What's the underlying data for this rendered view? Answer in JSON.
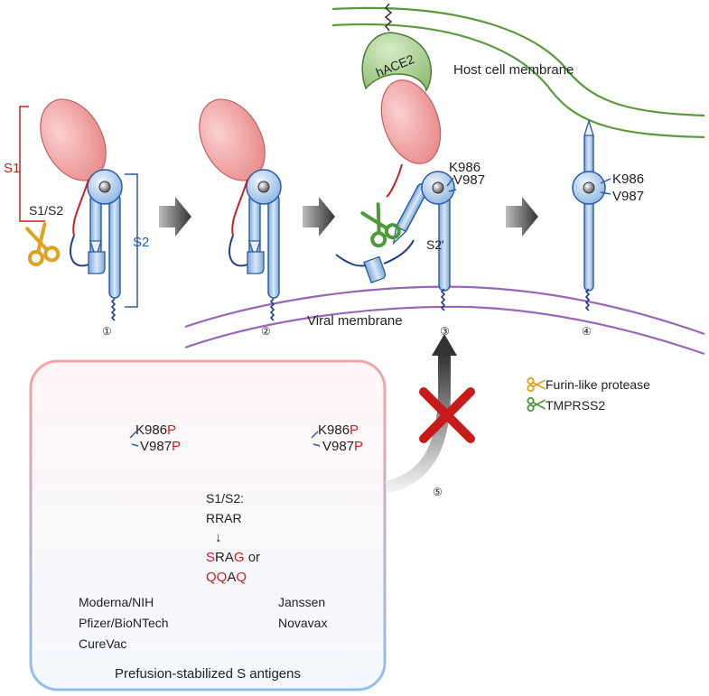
{
  "colors": {
    "red": "#cc2020",
    "blue_label": "#2a5aa8",
    "host_membrane": "#5a9a3a",
    "viral_membrane": "#9a66b8",
    "spike_body": "#f0a0a0",
    "ace2": "#a8cc90",
    "s2_stalk": "#a8c8e8",
    "furin": "#e0a020",
    "tmprss2": "#4a9a3a",
    "panel_border_top": "#f0a0a0",
    "panel_border_bottom": "#8ec0ec"
  },
  "labels": {
    "s1": "S1",
    "s2": "S2",
    "s1s2": "S1/S2",
    "s2prime": "S2'",
    "hace2": "hACE2",
    "host_membrane": "Host cell membrane",
    "viral_membrane": "Viral membrane",
    "k986": "K986",
    "v987": "V987",
    "step1": "①",
    "step2": "②",
    "step3": "③",
    "step4": "④",
    "step5": "⑤"
  },
  "legend": {
    "furin": "Furin-like protease",
    "tmprss2": "TMPRSS2"
  },
  "panel": {
    "title": "Prefusion-stabilized S antigens",
    "left": {
      "k_base": "K986",
      "k_mut": "P",
      "v_base": "V987",
      "v_mut": "P",
      "vaccines": [
        "Moderna/NIH",
        "Pfizer/BioNTech",
        "CureVac"
      ]
    },
    "right": {
      "k_base": "K986",
      "k_mut": "P",
      "v_base": "V987",
      "v_mut": "P",
      "site_label": "S1/S2:",
      "site_wt": "RRAR",
      "arrow": "↓",
      "mut1_s": "S",
      "mut1_ra": "RA",
      "mut1_g": "G",
      "or_text": " or",
      "mut2_qq": "QQ",
      "mut2_a": "A",
      "mut2_q": "Q",
      "vaccines": [
        "Janssen",
        "Novavax"
      ]
    }
  }
}
